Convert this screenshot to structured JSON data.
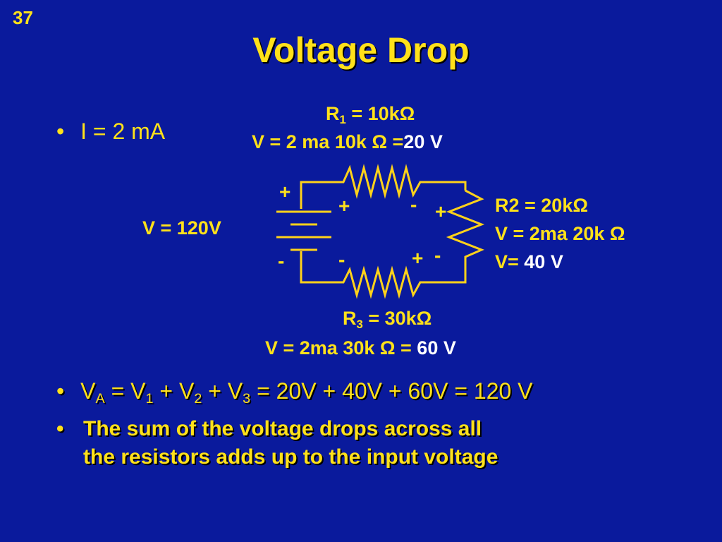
{
  "slide_number": "37",
  "title": "Voltage Drop",
  "bullet_current": "I = 2 mA",
  "r1": {
    "label_prefix": "R",
    "label_sub": "1",
    "label_rest": " = 10kΩ",
    "eq_prefix": "V = 2 ma 10k Ω =",
    "eq_value": "20 V"
  },
  "r2": {
    "label": "R2 = 20kΩ",
    "eq": "V = 2ma 20k Ω",
    "eq_prefix": "V=",
    "eq_value": " 40 V"
  },
  "r3": {
    "label_prefix": "R",
    "label_sub": "3",
    "label_rest": " = 30kΩ",
    "eq_prefix": "V = 2ma 30k Ω = ",
    "eq_value": "60 V"
  },
  "source_label": "V = 120V",
  "signs": {
    "plus": "+",
    "minus": "-"
  },
  "sum_line": {
    "v": "V",
    "a": "A",
    "eq": " = V",
    "s1": "1",
    "p1": " + V",
    "s2": "2",
    "p2": " + V",
    "s3": "3",
    "tail": " = 20V + 40V + 60V = 120 V"
  },
  "conclusion": [
    "The sum of the voltage drops across all",
    "the resistors adds up to the input voltage"
  ],
  "colors": {
    "background": "#0a1a9c",
    "text": "#ffe11a",
    "highlight": "#ffffff"
  }
}
